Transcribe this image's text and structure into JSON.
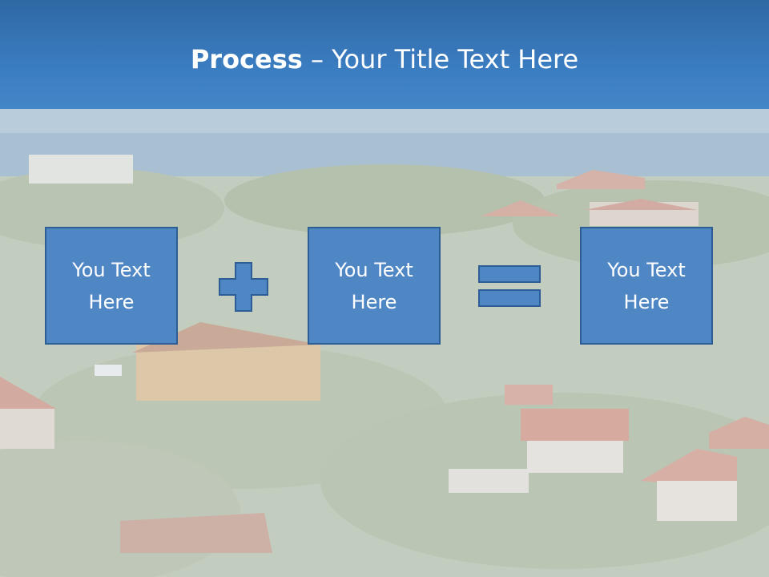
{
  "slide": {
    "title_bold": "Process",
    "title_rest": " – Your Title Text Here",
    "boxes": [
      {
        "text": "You Text Here"
      },
      {
        "text": "You Text Here"
      },
      {
        "text": "You Text Here"
      }
    ],
    "operators": {
      "first": "plus-icon",
      "second": "equals-icon"
    }
  },
  "colors": {
    "title_bar": "#3a7cc0",
    "box_fill": "#4f86c4",
    "box_border": "#2c5d94",
    "text": "#ffffff"
  }
}
